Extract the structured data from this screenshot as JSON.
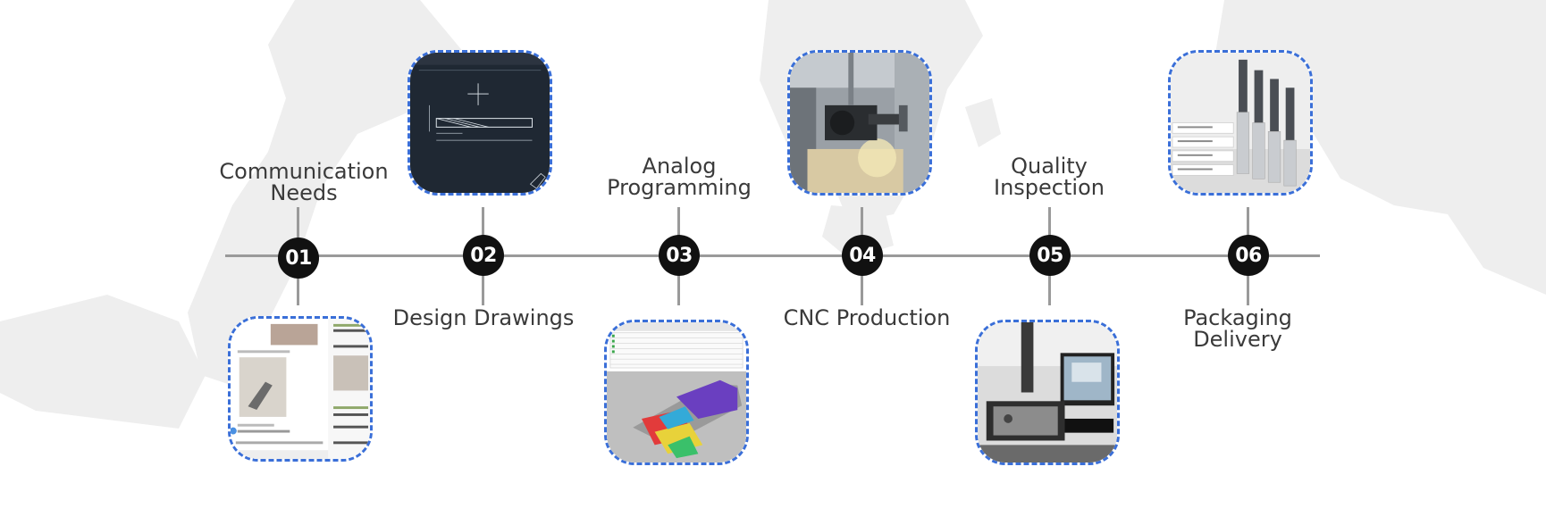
{
  "colors": {
    "node_fill": "#111111",
    "node_text": "#ffffff",
    "axis": "#9a9a9a",
    "frame_border": "#3a6fd8",
    "label_text": "#3a3a3a"
  },
  "steps": [
    {
      "number": "01",
      "label_line1": "Communication",
      "label_line2": "Needs"
    },
    {
      "number": "02",
      "label_line1": "Design Drawings",
      "label_line2": ""
    },
    {
      "number": "03",
      "label_line1": "Analog",
      "label_line2": "Programming"
    },
    {
      "number": "04",
      "label_line1": "CNC Production",
      "label_line2": ""
    },
    {
      "number": "05",
      "label_line1": "Quality",
      "label_line2": "Inspection"
    },
    {
      "number": "06",
      "label_line1": "Packaging",
      "label_line2": "Delivery"
    }
  ]
}
